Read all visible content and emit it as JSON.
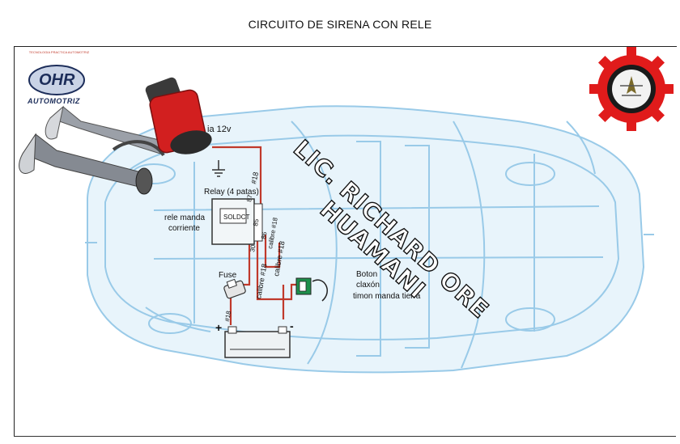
{
  "title": "CIRCUITO DE SIRENA CON RELE",
  "logo_left": {
    "small_text": "TECNOLOGIA PRACTICA AUTOMOTRIZ",
    "brand_letters": "OHR",
    "brand_text": "AUTOMOTRIZ"
  },
  "watermark": "LIC. RICHARD ORE HUAMANI",
  "labels": {
    "supply": "ia 12v",
    "relay_title": "Relay (4 patas)",
    "relay_side_1": "rele manda",
    "relay_side_2": "corriente",
    "relay_code": "SOLDCT",
    "fuse": "Fuse",
    "button_1": "Boton",
    "button_2": "claxón",
    "button_3": "timon manda tierra",
    "plus": "+",
    "minus": "-"
  },
  "pins": [
    "87",
    "85",
    "30",
    "86"
  ],
  "wire_labels": [
    "#18",
    "calibre #18",
    "calibre #18",
    "calibre #18",
    "#18"
  ],
  "colors": {
    "car_outline": "#8ec5e6",
    "wire": "#c0392b",
    "horn_body": "#d21f1f",
    "chrome": "#7c8088",
    "emblem_red": "#e01b1b"
  },
  "icons": {
    "horn": "air-horn-icon",
    "compressor": "compressor-icon",
    "battery": "battery-icon",
    "fuse": "fuse-icon",
    "relay": "relay-icon",
    "button": "horn-button-icon",
    "ground": "ground-icon",
    "emblem": "gear-emblem-icon"
  }
}
